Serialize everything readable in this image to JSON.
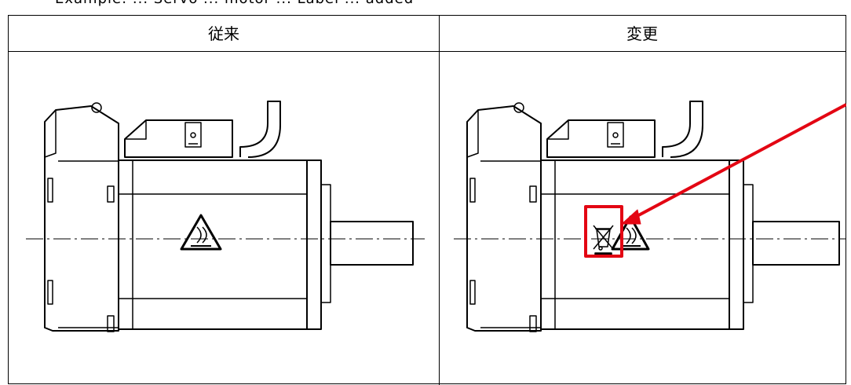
{
  "header_note": "Example: ... Servo ... motor ... Label ... added",
  "table": {
    "col_before": "従来",
    "col_after": "変更"
  },
  "colors": {
    "line": "#000000",
    "highlight": "#e30613"
  },
  "icons": {
    "warning_left": "hot-surface-warning-icon",
    "warning_right": "hot-surface-warning-icon",
    "recycle_right": "crossed-out-bin-icon"
  }
}
